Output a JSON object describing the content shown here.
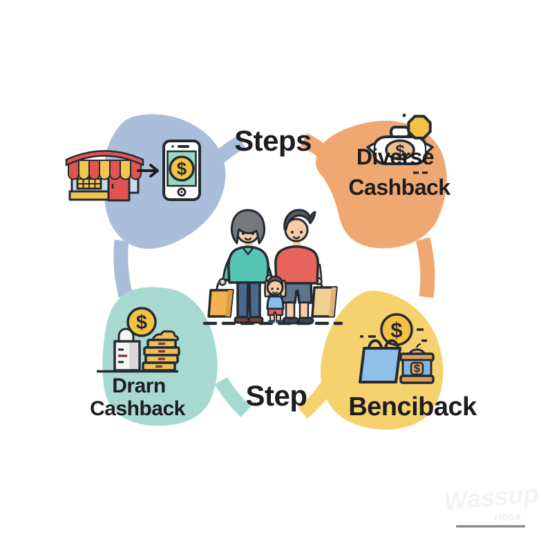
{
  "symbols": {
    "dollar": "$"
  },
  "palette": {
    "text": "#1d1d1f",
    "outline": "#242a32",
    "coin_yellow": "#f4c243",
    "blob_top_left": "#aabedb",
    "blob_top_right": "#f0a873",
    "blob_bottom_left": "#a7d9d1",
    "blob_bottom_right": "#f6d26e"
  },
  "diagram": {
    "center_top_label": "Steps",
    "center_bottom_label": "Step",
    "center_icon": "family-shopping",
    "quadrants": {
      "top_left": {
        "icon": "storefront-arrow-phone"
      },
      "top_right": {
        "line1": "Diverse",
        "line2": "Cashback",
        "icon": "money-purse-with-coin"
      },
      "bottom_left": {
        "line1": "Drarn",
        "line2": "Cashback",
        "icon": "coin-stack-cabinet"
      },
      "bottom_right": {
        "line1": "Benciback",
        "icon": "shopping-bag-money-jar"
      }
    }
  },
  "watermark": {
    "script_text": "Wassup",
    "caption": "MEGA"
  }
}
